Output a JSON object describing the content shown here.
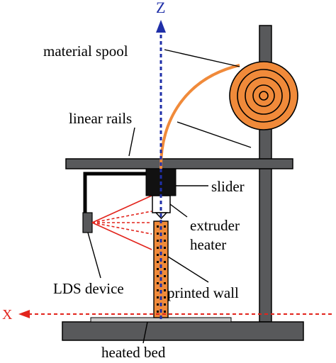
{
  "labels": {
    "z_axis": "Z",
    "x_axis": "X",
    "material_spool": "material spool",
    "linear_rails": "linear rails",
    "slider": "slider",
    "extruder_line1": "extruder",
    "extruder_line2": "heater",
    "lds_device": "LDS device",
    "printed_wall": "printed wall",
    "heated_bed": "heated bed"
  },
  "colors": {
    "frame": "#58595b",
    "frame_stroke": "#000000",
    "slider": "#111111",
    "filament": "#f08a3a",
    "spool": "#f08a3a",
    "wall": "#f08a3a",
    "laser": "#e2241c",
    "z_axis": "#1f2fa8",
    "x_axis": "#e2241c",
    "bed": "#c9c9c9"
  }
}
